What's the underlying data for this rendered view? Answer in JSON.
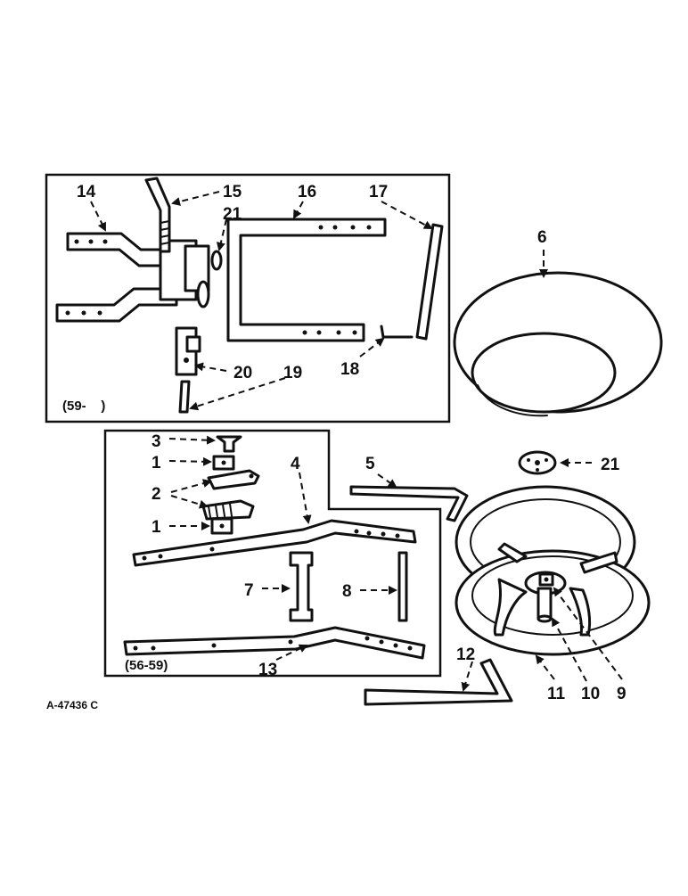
{
  "diagram": {
    "reference": "A-47436 C",
    "groups": {
      "upper": "(59-    )",
      "lower": "(56-59)"
    },
    "callouts": {
      "c1a": "1",
      "c1b": "1",
      "c2": "2",
      "c3": "3",
      "c4": "4",
      "c5": "5",
      "c6": "6",
      "c7": "7",
      "c8": "8",
      "c9": "9",
      "c10": "10",
      "c11": "11",
      "c12": "12",
      "c13": "13",
      "c14": "14",
      "c15": "15",
      "c16": "16",
      "c17": "17",
      "c18": "18",
      "c19": "19",
      "c20": "20",
      "c21a": "21",
      "c21b": "21"
    }
  }
}
